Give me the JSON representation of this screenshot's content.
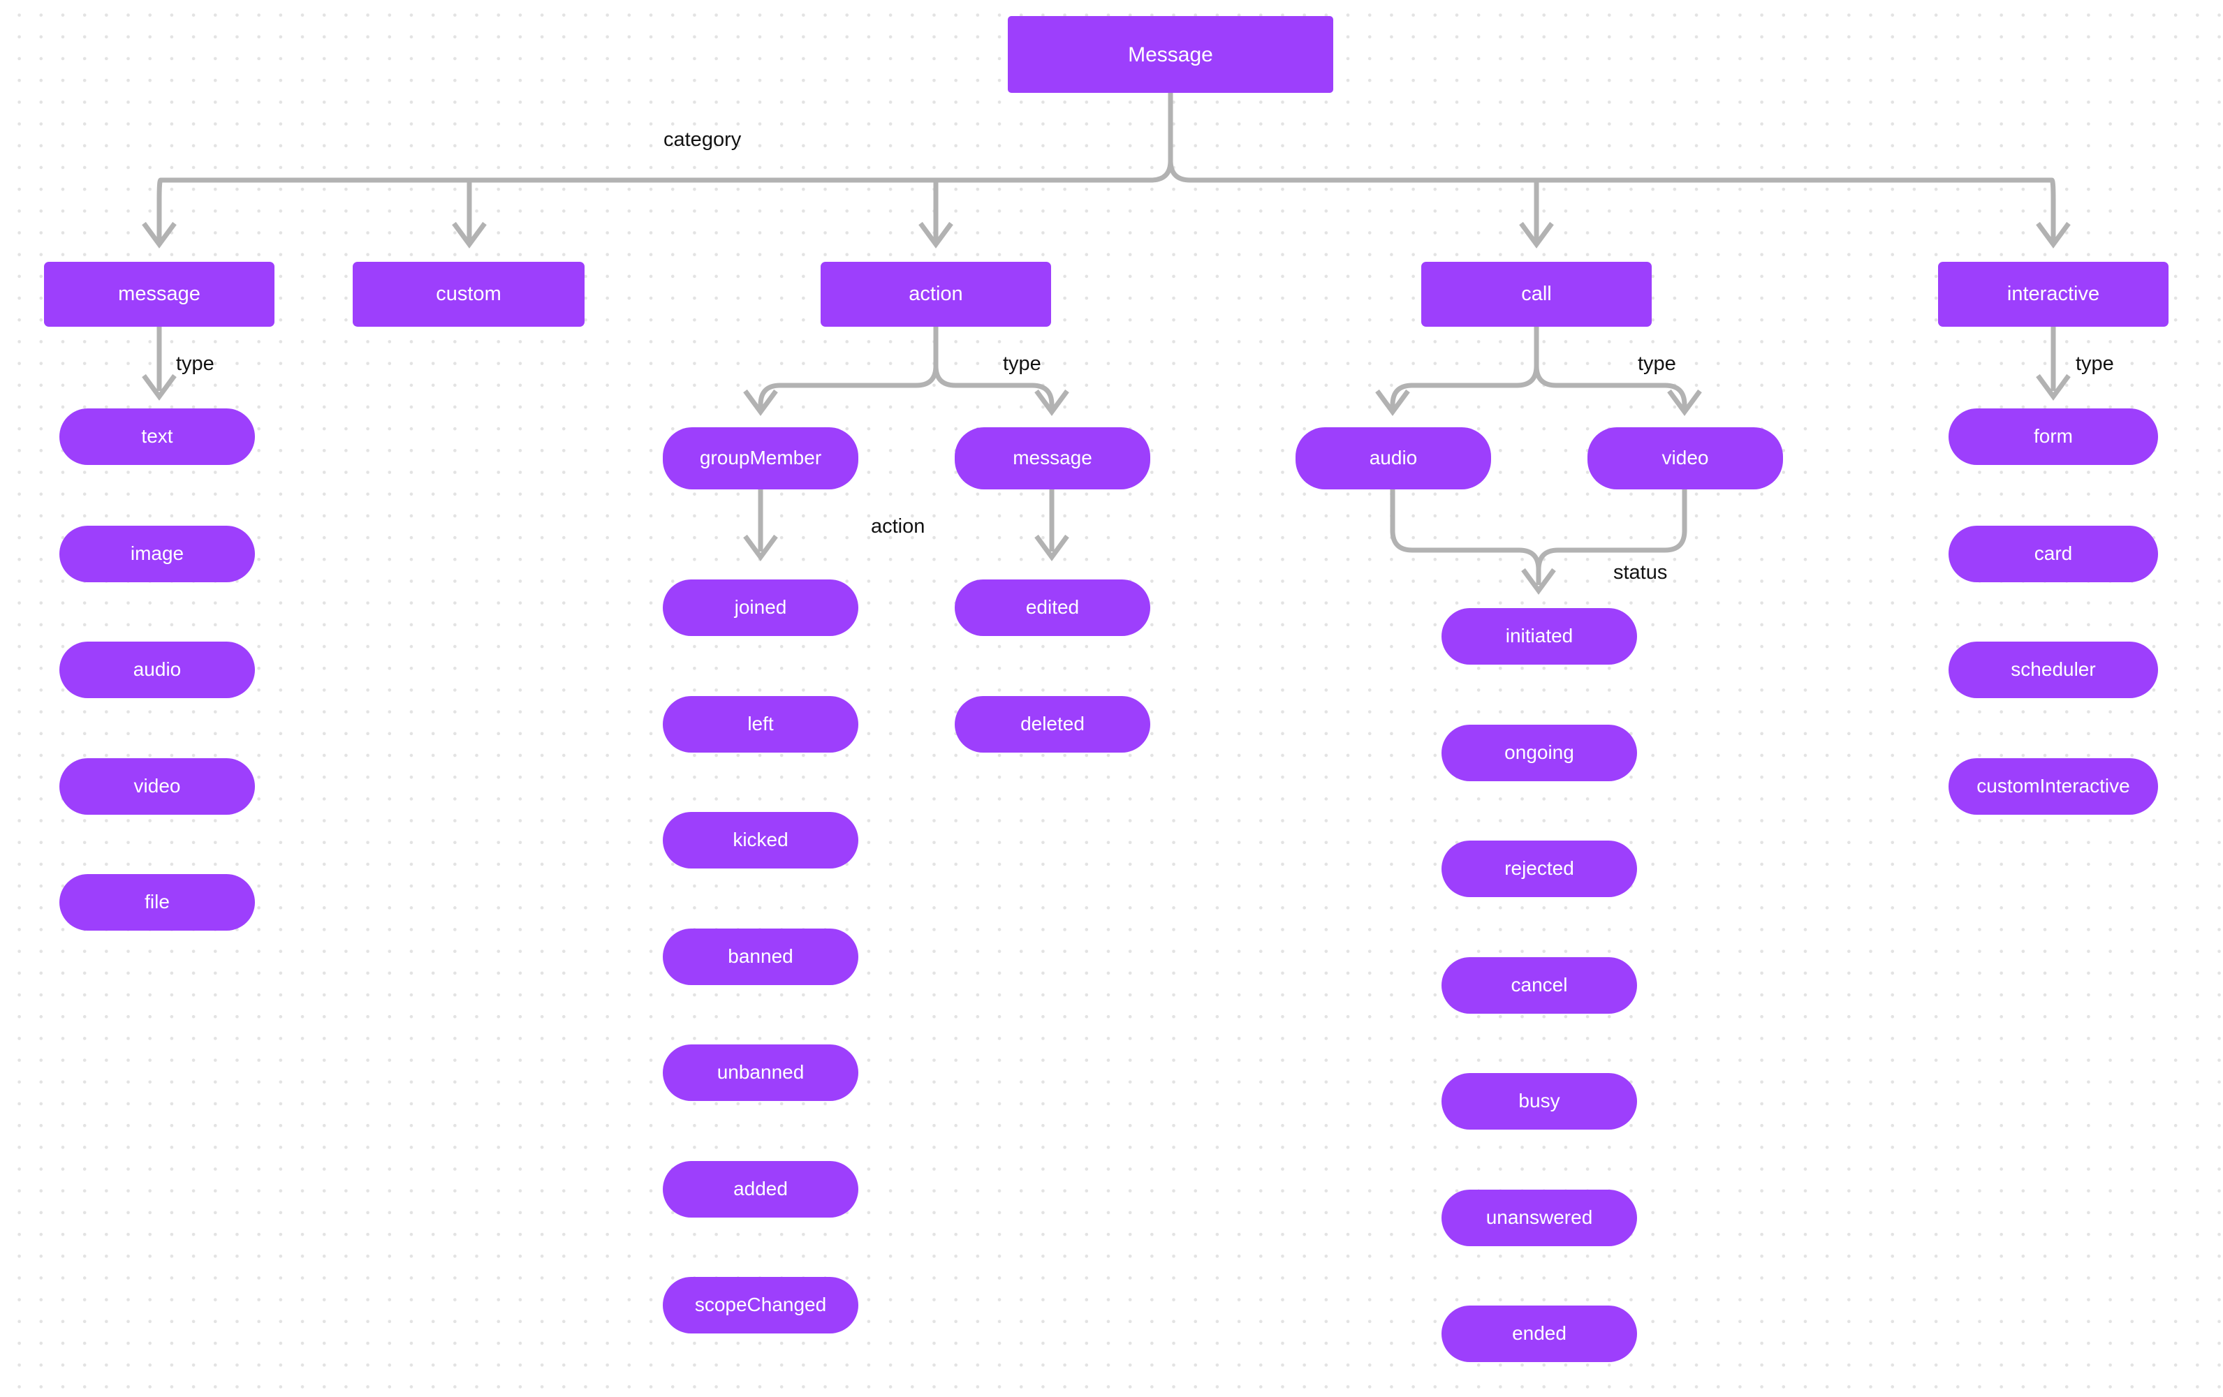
{
  "diagram": {
    "title": "Message",
    "background_color": "#ffffff",
    "node_color": "#9d3ffc",
    "node_text_color": "#ffffff",
    "edge_color": "#b2b2b2",
    "label_text_color": "#121212",
    "root": {
      "label": "Message",
      "shape": "rectangle"
    },
    "edge_labels": {
      "category": "category",
      "message_type": "type",
      "action_type": "type",
      "action_action": "action",
      "call_type": "type",
      "call_status": "status",
      "interactive_type": "type"
    },
    "categories": [
      {
        "label": "message",
        "shape": "rounded-rect"
      },
      {
        "label": "custom",
        "shape": "rounded-rect"
      },
      {
        "label": "action",
        "shape": "rounded-rect"
      },
      {
        "label": "call",
        "shape": "rounded-rect"
      },
      {
        "label": "interactive",
        "shape": "rounded-rect"
      }
    ],
    "message_types": [
      "text",
      "image",
      "audio",
      "video",
      "file"
    ],
    "action_types": [
      "groupMember",
      "message"
    ],
    "group_member_actions": [
      "joined",
      "left",
      "kicked",
      "banned",
      "unbanned",
      "added",
      "scopeChanged"
    ],
    "message_actions": [
      "edited",
      "deleted"
    ],
    "call_types": [
      "audio",
      "video"
    ],
    "call_statuses": [
      "initiated",
      "ongoing",
      "rejected",
      "cancel",
      "busy",
      "unanswered",
      "ended"
    ],
    "interactive_types": [
      "form",
      "card",
      "scheduler",
      "customInteractive"
    ]
  }
}
